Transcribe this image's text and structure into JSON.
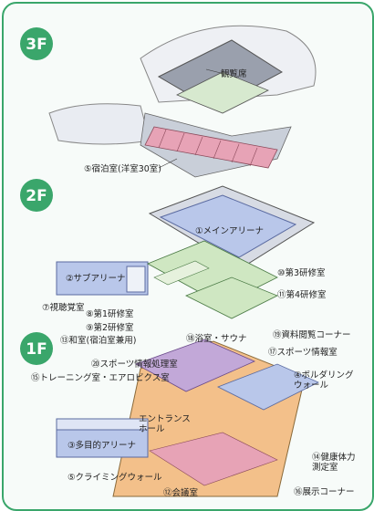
{
  "floors": [
    {
      "id": "3F",
      "label": "3F"
    },
    {
      "id": "2F",
      "label": "2F"
    },
    {
      "id": "1F",
      "label": "1F"
    }
  ],
  "labels": {
    "kanranseki": "観覧席",
    "lodging": "⑤宿泊室(洋室30室)",
    "main_arena": "①メインアリーナ",
    "sub_arena": "②サブアリーナ",
    "research3": "⑩第3研修室",
    "research4": "⑪第4研修室",
    "av_room": "⑦視聴覚室",
    "research1": "⑧第1研修室",
    "research2": "⑨第2研修室",
    "japanese_room": "⑬和室(宿泊室兼用)",
    "bath_sauna": "⑱浴室・サウナ",
    "document_corner": "⑲資料閲覧コーナー",
    "sports_info": "⑰スポーツ情報室",
    "sports_proc": "⑳スポーツ情報処理室",
    "training": "⑮トレーニング室・エアロビクス室",
    "bouldering": "④ボルダリング\nウォール",
    "entrance_hall": "エントランス\nホール",
    "multi_arena": "③多目的アリーナ",
    "climbing": "⑤クライミングウォール",
    "conference": "⑫会議室",
    "exhibit": "⑯展示コーナー",
    "fitness": "⑭健康体力\n測定室"
  },
  "colors": {
    "floor_badge": "#3aa66b",
    "arena_blue": "#b9c7ea",
    "research_green": "#cfe7c2",
    "training_purple": "#c2a8d8",
    "hall_orange": "#f3c08a",
    "pink_rooms": "#e7a3b6"
  }
}
